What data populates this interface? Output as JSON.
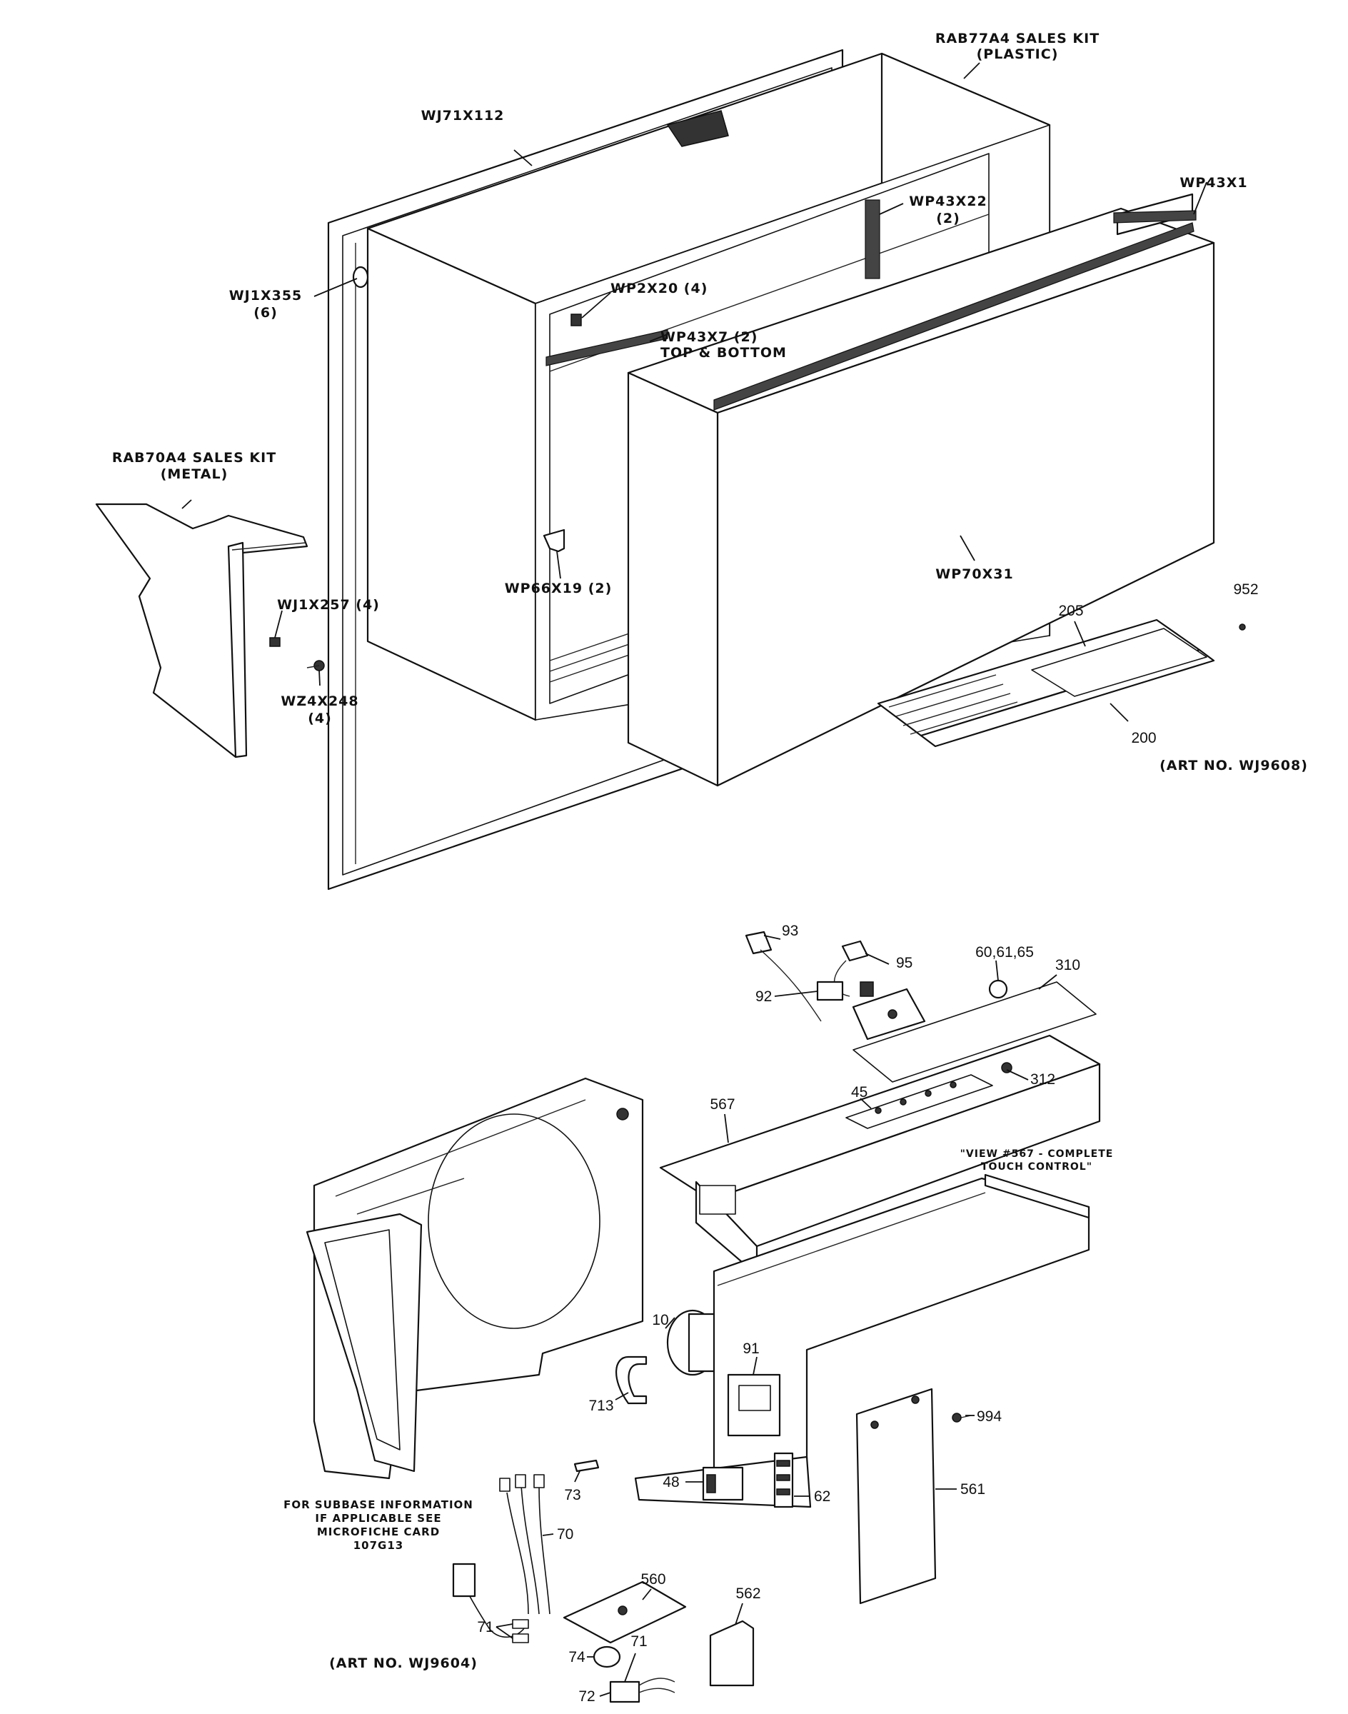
{
  "upper": {
    "kit_plastic": [
      "RAB77A4 SALES KIT",
      "(PLASTIC)"
    ],
    "kit_metal": [
      "RAB70A4 SALES KIT",
      "(METAL)"
    ],
    "wj71x112": "WJ71X112",
    "wp43x22": [
      "WP43X22",
      "(2)"
    ],
    "wp43x1": "WP43X1",
    "wj1x355": [
      "WJ1X355",
      "(6)"
    ],
    "wp2x20": "WP2X20 (4)",
    "wp43x7": [
      "WP43X7 (2)",
      "TOP & BOTTOM"
    ],
    "wp66x19": "WP66X19 (2)",
    "wp70x31": "WP70X31",
    "wj1x257": "WJ1X257 (4)",
    "wz4x248": [
      "WZ4X248",
      "(4)"
    ],
    "n205": "205",
    "n952": "952",
    "n200": "200",
    "art": "(ART NO. WJ9608)"
  },
  "lower": {
    "n93": "93",
    "n95": "95",
    "n92": "92",
    "n606165": "60,61,65",
    "n310": "310",
    "n312": "312",
    "n45": "45",
    "n567": "567",
    "view_note": [
      "\"VIEW #567 - COMPLETE",
      "TOUCH CONTROL\""
    ],
    "n10": "10",
    "n91": "91",
    "n713": "713",
    "n994": "994",
    "n561": "561",
    "n48": "48",
    "n62": "62",
    "n73": "73",
    "n70": "70",
    "n560": "560",
    "n71a": "71",
    "n74": "74",
    "n71b": "71",
    "n562": "562",
    "n72": "72",
    "subbase": [
      "FOR SUBBASE INFORMATION",
      "IF APPLICABLE SEE",
      "MICROFICHE CARD",
      "107G13"
    ],
    "art": "(ART NO. WJ9604)"
  }
}
